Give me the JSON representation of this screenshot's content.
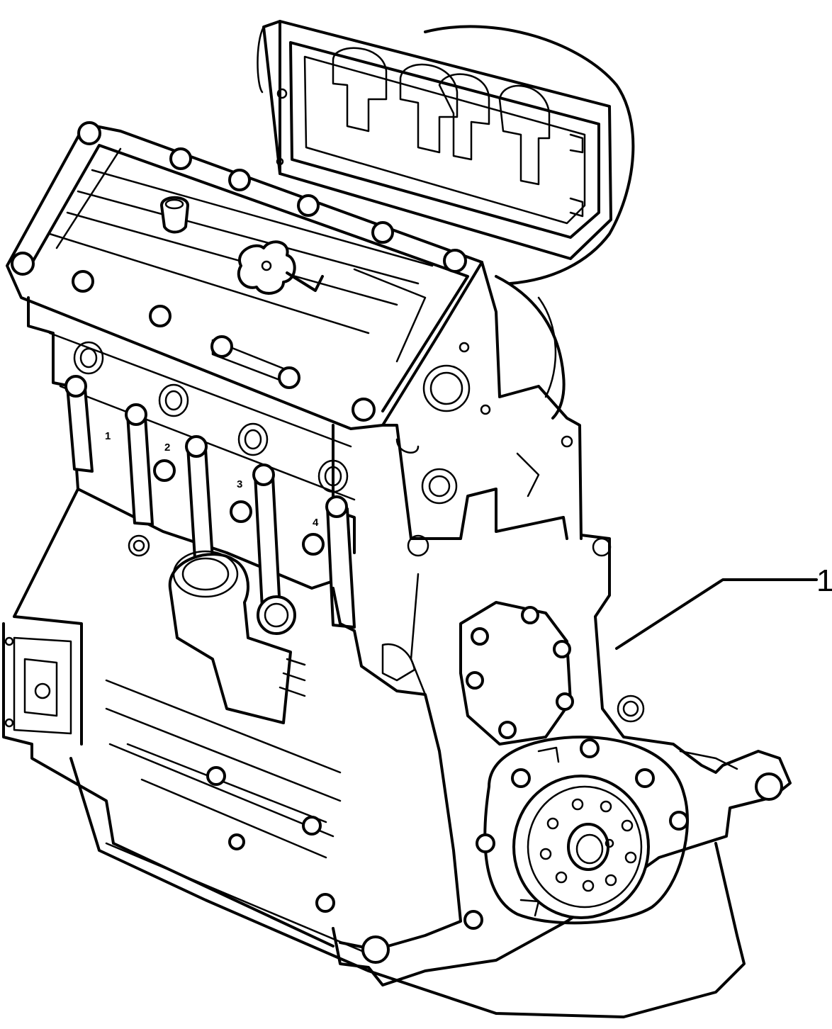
{
  "figure": {
    "callouts": [
      {
        "label": "1"
      }
    ],
    "cylinder_marks": [
      "1",
      "2",
      "3",
      "4"
    ]
  }
}
